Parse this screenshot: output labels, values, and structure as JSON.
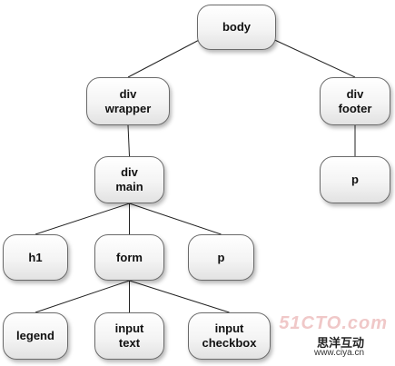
{
  "nodes": [
    {
      "id": "body",
      "label": "body"
    },
    {
      "id": "wrapper",
      "label": "div\nwrapper"
    },
    {
      "id": "footer",
      "label": "div\nfooter"
    },
    {
      "id": "main",
      "label": "div\nmain"
    },
    {
      "id": "p_footer",
      "label": "p"
    },
    {
      "id": "h1",
      "label": "h1"
    },
    {
      "id": "form",
      "label": "form"
    },
    {
      "id": "p_main",
      "label": "p"
    },
    {
      "id": "legend",
      "label": "legend"
    },
    {
      "id": "input_text",
      "label": "input\ntext"
    },
    {
      "id": "input_checkbox",
      "label": "input\ncheckbox"
    }
  ],
  "edges": [
    [
      "body",
      "wrapper"
    ],
    [
      "body",
      "footer"
    ],
    [
      "wrapper",
      "main"
    ],
    [
      "footer",
      "p_footer"
    ],
    [
      "main",
      "h1"
    ],
    [
      "main",
      "form"
    ],
    [
      "main",
      "p_main"
    ],
    [
      "form",
      "legend"
    ],
    [
      "form",
      "input_text"
    ],
    [
      "form",
      "input_checkbox"
    ]
  ],
  "watermark": {
    "brand": "51CTO.com",
    "chinese": "思洋互动",
    "url": "www.ciya.cn"
  }
}
